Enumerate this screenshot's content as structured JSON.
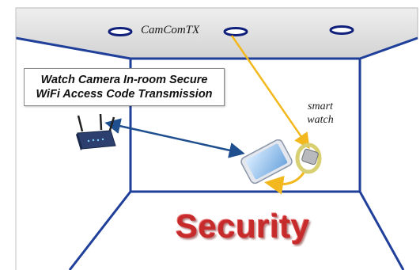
{
  "ceiling_label": "CamComTX",
  "title_box": {
    "line1": "Watch Camera In-room Secure",
    "line2": "WiFi Access Code Transmission"
  },
  "watch_label": {
    "line1": "smart",
    "line2": "watch"
  },
  "security_word": "Security",
  "colors": {
    "wall_lines": "#1f3f9a",
    "ceiling": "#dddddd",
    "yellow_arrow": "#f2b81d",
    "blue_arrow": "#1f4f8f",
    "security_text": "#c62a2a",
    "phone": "#9cc6ef",
    "watch": "#d8cf72"
  },
  "icons": [
    "ceiling-light-icon",
    "wifi-router-icon",
    "smartphone-icon",
    "smartwatch-icon"
  ]
}
